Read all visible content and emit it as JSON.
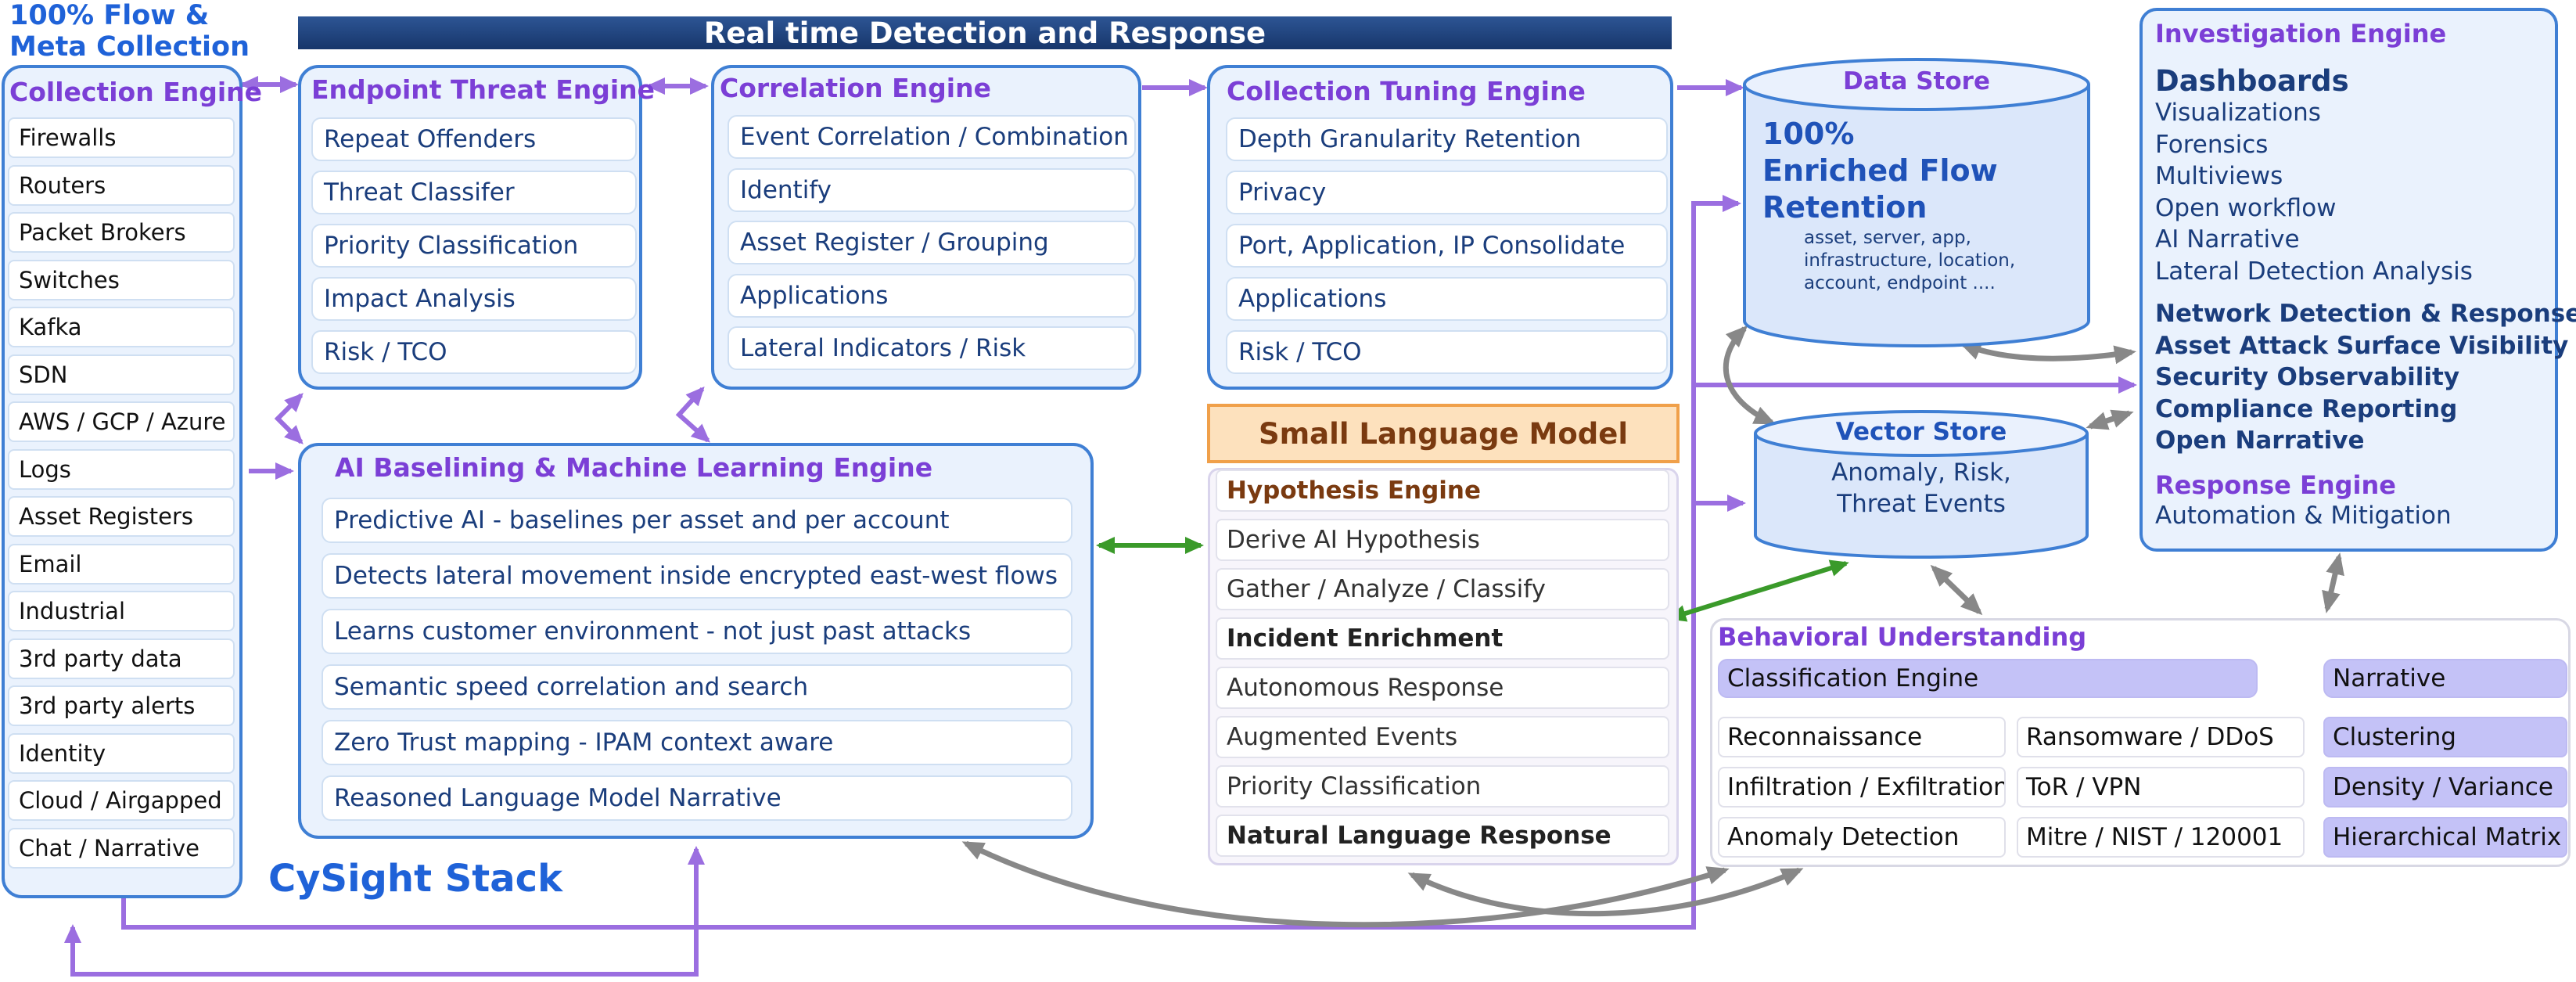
{
  "header": {
    "banner_title": "Real time Detection and Response",
    "top_left_title": "100% Flow &\nMeta Collection",
    "stack_label": "CySight Stack"
  },
  "collection_engine": {
    "title": "Collection Engine",
    "items": [
      "Firewalls",
      "Routers",
      "Packet Brokers",
      "Switches",
      "Kafka",
      "SDN",
      "AWS / GCP / Azure",
      "Logs",
      "Asset Registers",
      "Email",
      "Industrial",
      "3rd party data",
      "3rd party alerts",
      "Identity",
      "Cloud / Airgapped",
      "Chat / Narrative"
    ]
  },
  "endpoint_threat_engine": {
    "title": "Endpoint Threat Engine",
    "items": [
      "Repeat Offenders",
      "Threat Classifer",
      "Priority Classification",
      "Impact Analysis",
      "Risk / TCO"
    ]
  },
  "correlation_engine": {
    "title": "Correlation Engine",
    "items": [
      "Event Correlation / Combination",
      "Identify",
      "Asset Register / Grouping",
      "Applications",
      "Lateral Indicators / Risk"
    ]
  },
  "collection_tuning_engine": {
    "title": "Collection Tuning Engine",
    "items": [
      "Depth Granularity Retention",
      "Privacy",
      "Port, Application, IP Consolidate",
      "Applications",
      "Risk / TCO"
    ]
  },
  "ai_engine": {
    "title": "AI Baselining & Machine Learning Engine",
    "items": [
      "Predictive AI - baselines per asset and per account",
      "Detects lateral movement inside encrypted east-west flows",
      "Learns customer environment - not just past attacks",
      "Semantic speed correlation and search",
      "Zero Trust mapping - IPAM context aware",
      "Reasoned Language Model Narrative"
    ]
  },
  "small_language_model": {
    "title": "Small Language Model",
    "items": [
      {
        "label": "Hypothesis Engine",
        "style": "heading"
      },
      {
        "label": "Derive AI Hypothesis",
        "style": "normal"
      },
      {
        "label": "Gather / Analyze / Classify",
        "style": "normal"
      },
      {
        "label": "Incident Enrichment",
        "style": "bold"
      },
      {
        "label": "Autonomous Response",
        "style": "normal"
      },
      {
        "label": "Augmented Events",
        "style": "normal"
      },
      {
        "label": "Priority Classification",
        "style": "normal"
      },
      {
        "label": "Natural Language Response",
        "style": "bold"
      }
    ]
  },
  "data_store": {
    "title": "Data Store",
    "headline_1": "100%",
    "headline_2": "Enriched Flow",
    "headline_3": "Retention",
    "detail_1": "asset, server, app,",
    "detail_2": "infrastructure, location,",
    "detail_3": "account, endpoint ...."
  },
  "vector_store": {
    "title": "Vector Store",
    "line_1": "Anomaly, Risk,",
    "line_2": "Threat Events"
  },
  "investigation_engine": {
    "title": "Investigation Engine",
    "dashboards": "Dashboards",
    "items": [
      "Visualizations",
      "Forensics",
      "Multiviews",
      "Open workflow",
      "AI Narrative",
      "Lateral Detection Analysis"
    ],
    "bold_items": [
      "Network Detection & Response",
      "Asset Attack Surface Visibility",
      "Security Observability",
      "Compliance Reporting",
      "Open Narrative"
    ],
    "response_title": "Response Engine",
    "response_item": "Automation & Mitigation"
  },
  "behavioral_understanding": {
    "title": "Behavioral Understanding",
    "classification_engine": "Classification Engine",
    "narrative": "Narrative",
    "col1": [
      "Reconnaissance",
      "Infiltration / Exfiltration",
      "Anomaly Detection"
    ],
    "col2": [
      "Ransomware / DDoS",
      "ToR / VPN",
      "Mitre / NIST / 120001"
    ],
    "col3": [
      "Clustering",
      "Density / Variance",
      "Hierarchical Matrix"
    ]
  },
  "colors": {
    "banner": "#1d3f7a",
    "panel_border": "#3f7fd4",
    "panel_fill": "#eaf2fd",
    "title_purple": "#7b3fd6",
    "text_navy": "#1a3d7c",
    "arrow_purple": "#9b6ee0",
    "arrow_green": "#3a9a2a",
    "arrow_gray": "#888888",
    "slm_header": "#fde1bd",
    "slm_title": "#7a3a10",
    "stack_blue": "#1f62d8",
    "lavender": "#c4c2f7"
  }
}
